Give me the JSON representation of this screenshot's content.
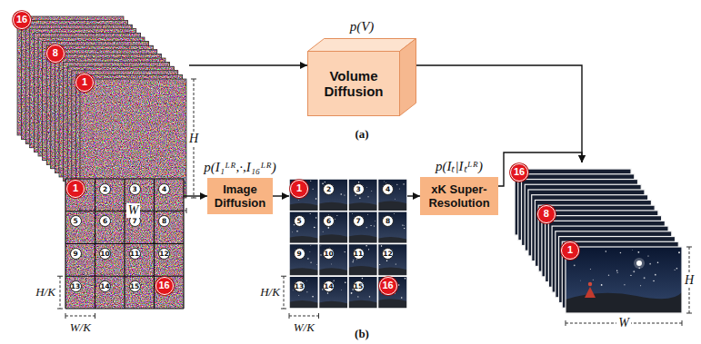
{
  "diagram": {
    "nodes": [
      {
        "text": [
          "16",
          "8",
          "1"
        ]
      },
      {
        "text": [
          "p(V)",
          "Volume Diffusion"
        ]
      },
      {
        "text": [
          "16",
          "8",
          "1"
        ]
      },
      {
        "text": [
          "1",
          "2",
          "3",
          "4",
          "5",
          "6",
          "7",
          "8",
          "9",
          "10",
          "11",
          "12",
          "13",
          "14",
          "15",
          "16"
        ]
      },
      {
        "text": [
          "p(I₁ᴸᴿ,·,I₁₆ᴸᴿ)",
          "Image Diffusion"
        ]
      },
      {
        "text": [
          "1",
          "2",
          "3",
          "4",
          "5",
          "6",
          "7",
          "8",
          "9",
          "10",
          "11",
          "12",
          "13",
          "14",
          "15",
          "16"
        ]
      },
      {
        "text": [
          "p(Iₜ|Iₜᴸᴿ)",
          "xK Super-Resolution"
        ]
      }
    ],
    "edges": [
      {
        "from": 0,
        "to": 1,
        "arrow": "to"
      },
      {
        "from": 1,
        "to": 2,
        "arrow": "to"
      },
      {
        "from": 3,
        "to": 4,
        "arrow": "to"
      },
      {
        "from": 4,
        "to": 5,
        "arrow": "to"
      },
      {
        "from": 5,
        "to": 6,
        "arrow": "to"
      },
      {
        "from": 6,
        "to": 2,
        "arrow": "to"
      }
    ],
    "labels": [
      "H",
      "W",
      "(a)",
      "H",
      "W",
      "H/K",
      "W/K",
      "H/K",
      "W/K",
      "(b)"
    ]
  }
}
